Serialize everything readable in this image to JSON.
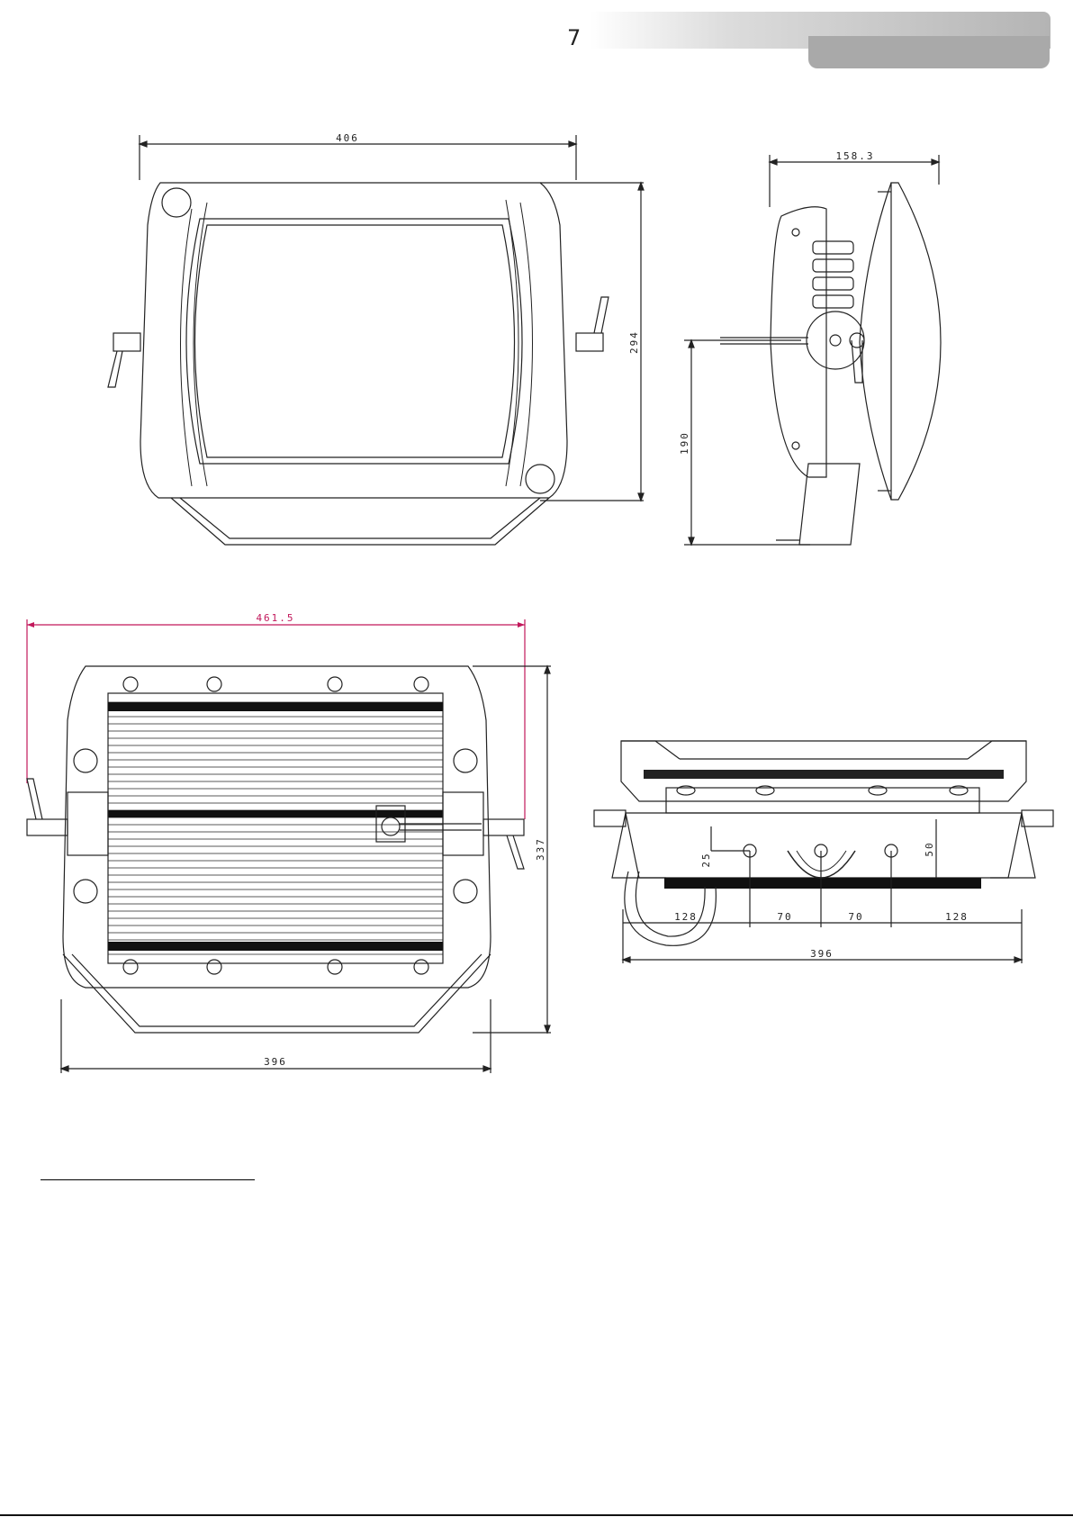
{
  "header": {
    "page_number": "7"
  },
  "drawings": {
    "front_view": {
      "width_dim": "406",
      "height_dim": "294"
    },
    "side_view": {
      "depth_dim": "158.3",
      "pivot_height_dim": "190"
    },
    "rear_view": {
      "overall_width_dim": "461.5",
      "height_dim": "337",
      "width_dim": "396"
    },
    "bottom_view": {
      "spacing_dims": [
        "128",
        "70",
        "70",
        "128"
      ],
      "overall_width_dim": "396",
      "hole_offset_dim": "25",
      "slot_offset_dim": "50"
    }
  },
  "colors": {
    "highlight_dimension": "#c2185b",
    "header_band": "#a9a9a9"
  }
}
